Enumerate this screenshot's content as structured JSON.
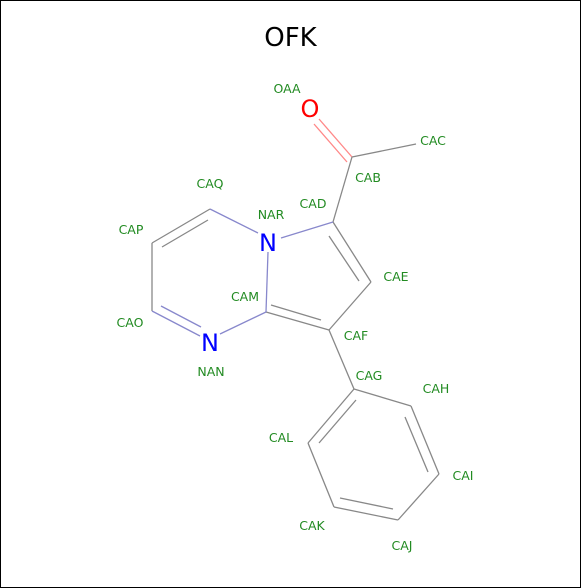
{
  "title": "OFK",
  "colors": {
    "bond": "#888888",
    "label": "#228b22",
    "nitrogen": "#0000ff",
    "oxygen": "#ff0000"
  },
  "atoms": [
    {
      "name": "OAA",
      "element": "O"
    },
    {
      "name": "CAB"
    },
    {
      "name": "CAC"
    },
    {
      "name": "CAD"
    },
    {
      "name": "CAE"
    },
    {
      "name": "CAF"
    },
    {
      "name": "CAG"
    },
    {
      "name": "CAH"
    },
    {
      "name": "CAI"
    },
    {
      "name": "CAJ"
    },
    {
      "name": "CAK"
    },
    {
      "name": "CAL"
    },
    {
      "name": "CAM"
    },
    {
      "name": "NAN",
      "element": "N"
    },
    {
      "name": "CAO"
    },
    {
      "name": "CAP"
    },
    {
      "name": "CAQ"
    },
    {
      "name": "NAR",
      "element": "N"
    }
  ]
}
